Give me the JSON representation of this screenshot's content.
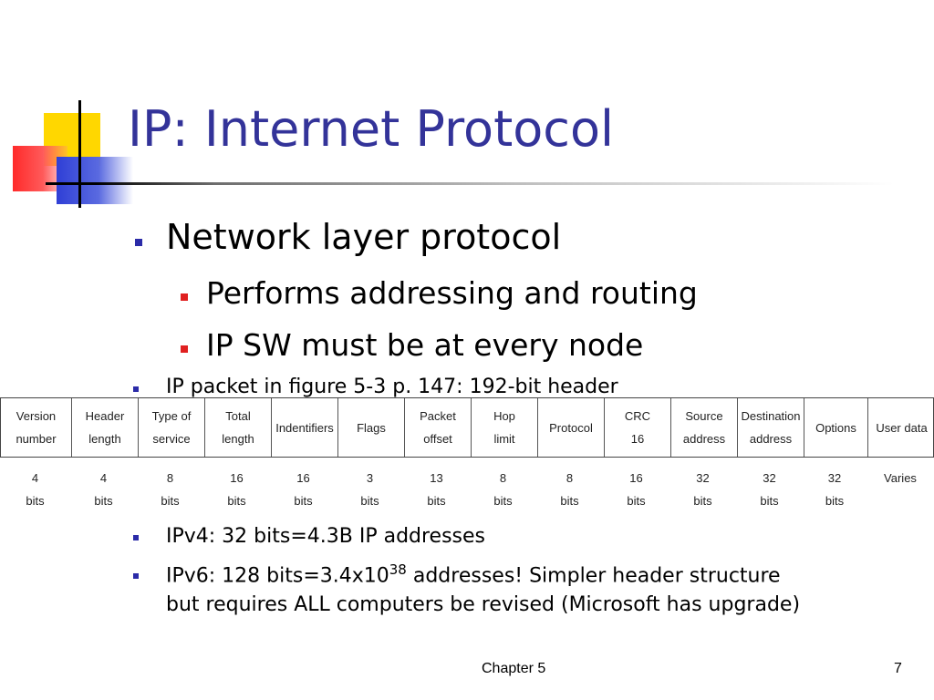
{
  "slide": {
    "title": "IP: Internet Protocol",
    "bullets": [
      "Network layer protocol",
      "Performs addressing and routing",
      "IP SW must be at every node",
      "IP packet in figure 5-3 p. 147: 192-bit header",
      "IPv4: 32 bits=4.3B IP addresses"
    ],
    "ipv6": {
      "prefix": "IPv6: 128 bits=3.4x10",
      "exponent": "38",
      "suffix": " addresses! Simpler header structure",
      "line2": "but requires ALL computers be revised (Microsoft has upgrade)"
    },
    "figure": {
      "fields": [
        {
          "name": "Version\nnumber",
          "size": "4\nbits"
        },
        {
          "name": "Header\nlength",
          "size": "4\nbits"
        },
        {
          "name": "Type of\nservice",
          "size": "8\nbits"
        },
        {
          "name": "Total\nlength",
          "size": "16\nbits"
        },
        {
          "name": "Indentifiers",
          "size": "16\nbits"
        },
        {
          "name": "Flags",
          "size": "3\nbits"
        },
        {
          "name": "Packet\noffset",
          "size": "13\nbits"
        },
        {
          "name": "Hop\nlimit",
          "size": "8\nbits"
        },
        {
          "name": "Protocol",
          "size": "8\nbits"
        },
        {
          "name": "CRC\n16",
          "size": "16\nbits"
        },
        {
          "name": "Source\naddress",
          "size": "32\nbits"
        },
        {
          "name": "Destination\naddress",
          "size": "32\nbits"
        },
        {
          "name": "Options",
          "size": "32\nbits"
        },
        {
          "name": "User data",
          "size": "Varies"
        }
      ]
    },
    "footer": {
      "chapter": "Chapter 5",
      "page": "7"
    },
    "colors": {
      "title": "#333399",
      "bullet_lvl1": "#2b2ba8",
      "bullet_lvl2": "#e02020"
    }
  }
}
